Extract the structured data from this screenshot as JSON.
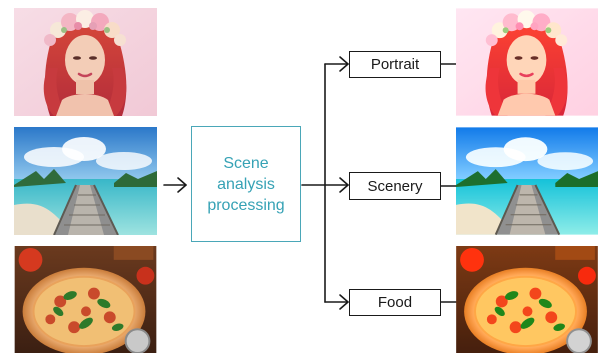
{
  "process": {
    "lines": [
      "Scene",
      "analysis",
      "processing"
    ]
  },
  "outputs": {
    "portrait": "Portrait",
    "scenery": "Scenery",
    "food": "Food"
  },
  "colors": {
    "process_text": "#36a2b5",
    "process_border": "#4aa7b8",
    "line": "#1a1a1a"
  },
  "images": {
    "input": [
      "portrait-photo",
      "beach-photo",
      "pizza-photo"
    ],
    "output": [
      "portrait-photo-enhanced",
      "beach-photo-enhanced",
      "pizza-photo-enhanced"
    ]
  }
}
